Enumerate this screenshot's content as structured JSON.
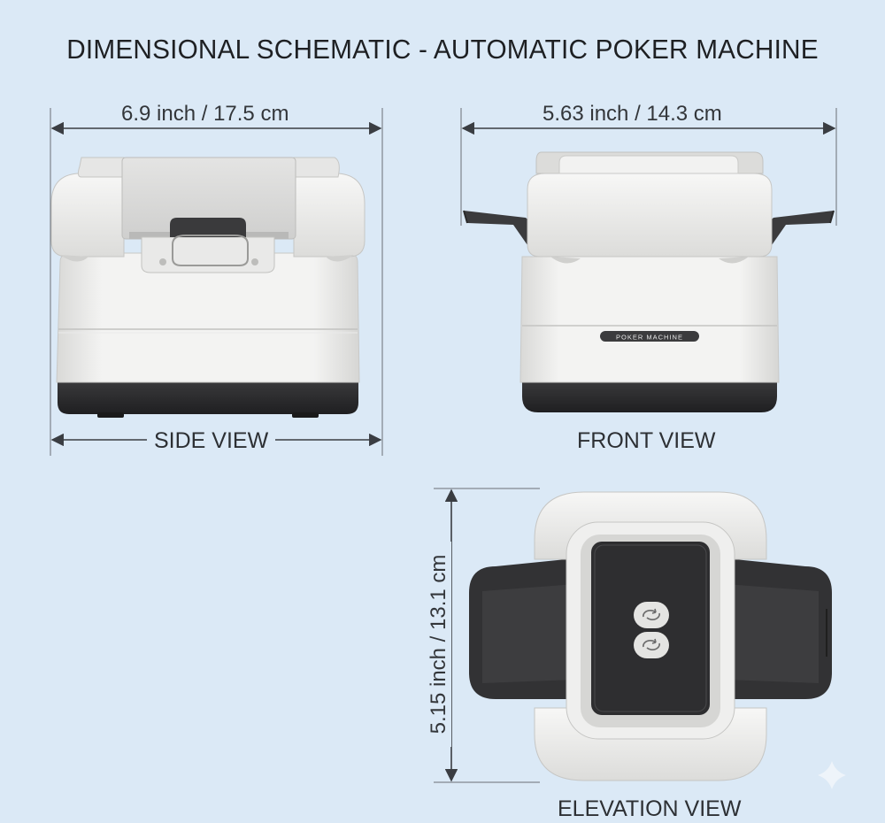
{
  "title": "DIMENSIONAL SCHEMATIC - AUTOMATIC POKER MACHINE",
  "side_view": {
    "width_label": "6.9 inch / 17.5 cm",
    "view_label": "SIDE VIEW"
  },
  "front_view": {
    "width_label": "5.63 inch / 14.3 cm",
    "view_label": "FRONT VIEW",
    "brand_label": "POKER MACHINE"
  },
  "elevation_view": {
    "height_label": "5.15 inch / 13.1 cm",
    "view_label": "ELEVATION VIEW",
    "buttons": [
      "shuffle-button",
      "deal-button"
    ]
  },
  "colors": {
    "background": "#dbe9f6",
    "body_white": "#eeeeec",
    "base_dark": "#2b2b2d",
    "line": "#3a3d42"
  }
}
